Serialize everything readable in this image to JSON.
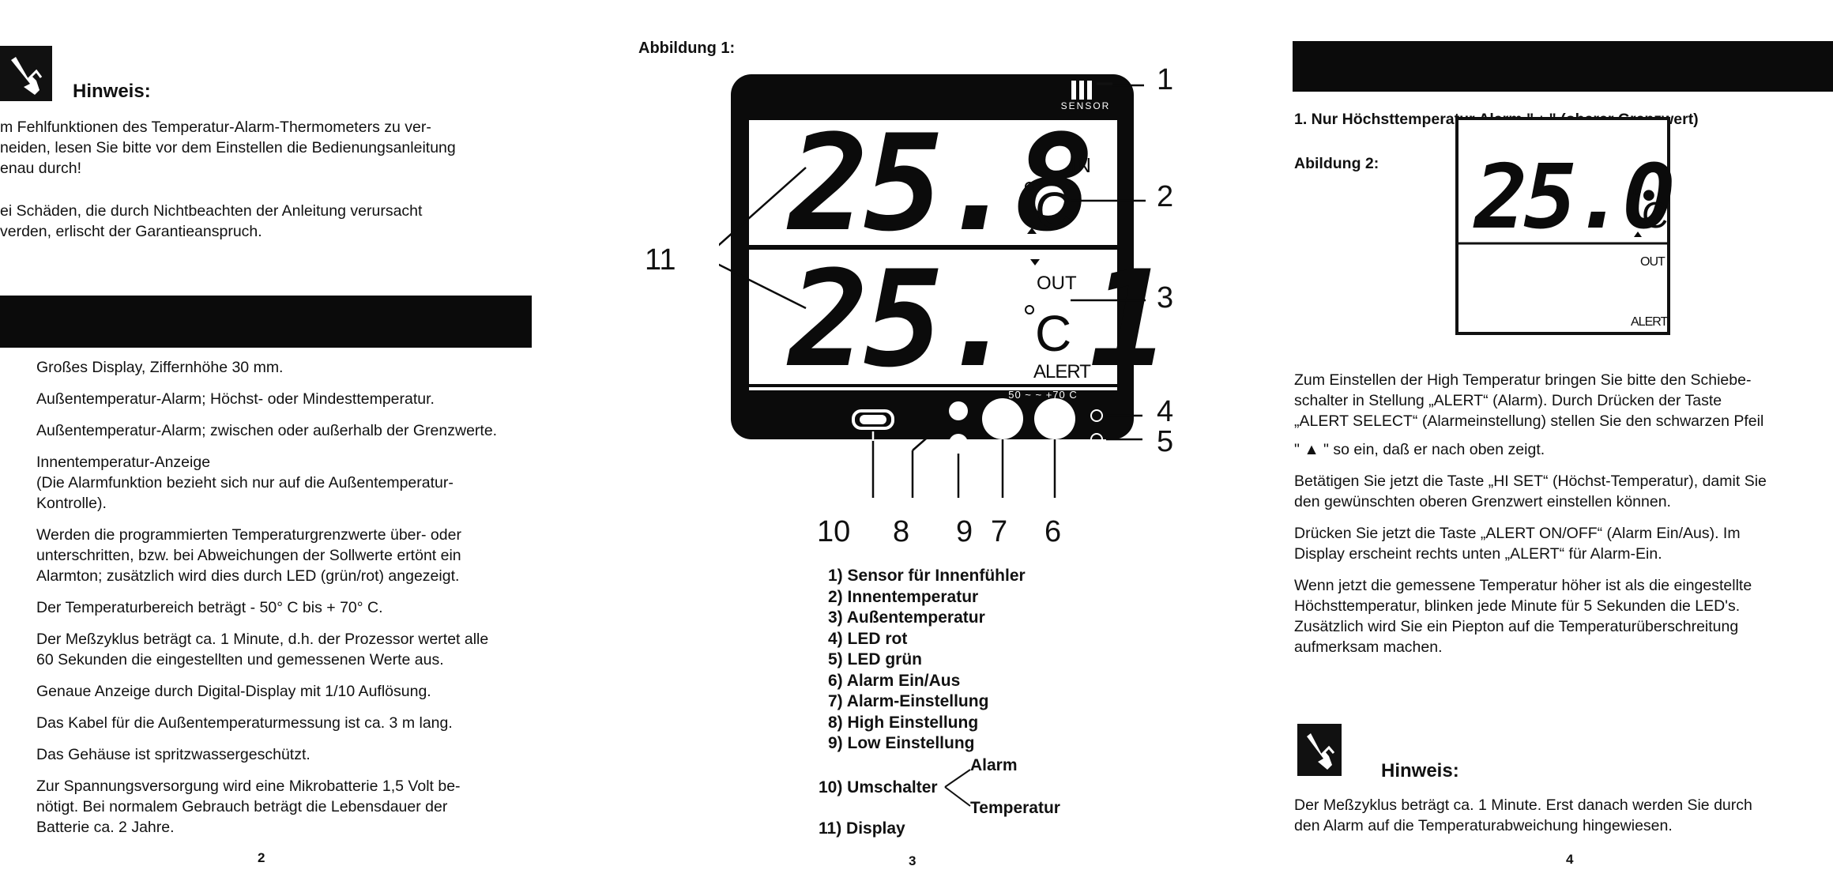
{
  "page2": {
    "hinweis_title": "Hinweis:",
    "hinweis_para1": "m Fehlfunktionen des Temperatur-Alarm-Thermometers zu ver-\nneiden, lesen Sie bitte vor dem Einstellen die Bedienungsanleitung\nenau durch!",
    "hinweis_para2": "ei Schäden, die durch Nichtbeachten der Anleitung verursacht\nverden, erlischt der Garantieanspruch.",
    "features": [
      "Großes Display, Ziffernhöhe 30 mm.",
      "Außentemperatur-Alarm; Höchst- oder Mindesttemperatur.",
      "Außentemperatur-Alarm; zwischen oder außerhalb der Grenzwerte.",
      "Innentemperatur-Anzeige\n(Die Alarmfunktion bezieht sich nur auf die Außentemperatur-\nKontrolle).",
      "Werden die programmierten Temperaturgrenzwerte über- oder\nunterschritten, bzw. bei Abweichungen der Sollwerte ertönt ein\nAlarmton; zusätzlich wird dies durch LED (grün/rot) angezeigt.",
      "Der Temperaturbereich beträgt - 50° C bis + 70° C.",
      "Der Meßzyklus beträgt ca. 1 Minute, d.h. der Prozessor wertet alle\n60 Sekunden die eingestellten und gemessenen Werte aus.",
      "Genaue Anzeige durch Digital-Display mit 1/10 Auflösung.",
      "Das Kabel für die Außentemperaturmessung ist ca. 3 m lang.",
      "Das Gehäuse ist spritzwassergeschützt.",
      "Zur Spannungsversorgung wird eine Mikrobatterie 1,5 Volt be-\nnötigt. Bei normalem Gebrauch beträgt die Lebensdauer der\nBatterie ca. 2 Jahre."
    ],
    "page_number": "2"
  },
  "page3": {
    "figure_label": "Abbildung 1:",
    "device": {
      "sensor_label": "SENSOR",
      "indoor_value": "25.8",
      "indoor_tag": "IN",
      "outdoor_value": "25. 1",
      "outdoor_tag": "OUT",
      "unit": "C",
      "alert_tag": "ALERT",
      "range_label": "50 ~ ~ +70 C"
    },
    "callouts": {
      "c1": "1",
      "c2": "2",
      "c3": "3",
      "c4": "4",
      "c5": "5",
      "c10": "10",
      "c8": "8",
      "c9": "9",
      "c7": "7",
      "c6": "6",
      "c11": "11"
    },
    "legend": [
      "1) Sensor für Innenfühler",
      "2) Innentemperatur",
      "3) Außentemperatur",
      "4) LED rot",
      "5) LED grün",
      "6) Alarm Ein/Aus",
      "7) Alarm-Einstellung",
      "8) High Einstellung",
      "9) Low Einstellung"
    ],
    "legend10_prefix": "10) Umschalter",
    "legend10_alarm": "Alarm",
    "legend10_temperatur": "Temperatur",
    "legend11": "11) Display",
    "page_number": "3"
  },
  "page4": {
    "section_heading": "1. Nur Höchsttemperatur Alarm \"▲\" (oberer Grenzwert)",
    "figure_label": "Abildung 2:",
    "display2": {
      "value": "25.0",
      "unit": "C",
      "out_tag": "OUT",
      "alert_tag": "ALERT"
    },
    "para1_line1": "Zum Einstellen der High Temperatur bringen Sie bitte den Schiebe-",
    "para1_line2": "schalter in Stellung „ALERT“ (Alarm). Durch Drücken der Taste",
    "para1_line3": "„ALERT SELECT“ (Alarmeinstellung) stellen Sie den schwarzen Pfeil",
    "para1_line4": "\" ▲ \" so ein, daß er nach oben zeigt.",
    "para2": "Betätigen Sie jetzt die Taste „HI SET“ (Höchst-Temperatur), damit Sie\nden gewünschten oberen Grenzwert einstellen können.",
    "para3": "Drücken Sie jetzt die Taste „ALERT ON/OFF“ (Alarm Ein/Aus). Im\nDisplay erscheint rechts unten „ALERT“ für Alarm-Ein.",
    "para4": "Wenn jetzt die gemessene Temperatur höher ist als die eingestellte\nHöchsttemperatur, blinken jede Minute für 5 Sekunden die LED's.\nZusätzlich wird Sie ein Piepton auf die Temperaturüberschreitung\naufmerksam machen.",
    "hinweis_title": "Hinweis:",
    "hinweis_text": "Der Meßzyklus beträgt ca. 1 Minute. Erst danach werden Sie durch\nden Alarm auf die Temperaturabweichung hingewiesen.",
    "page_number": "4"
  }
}
